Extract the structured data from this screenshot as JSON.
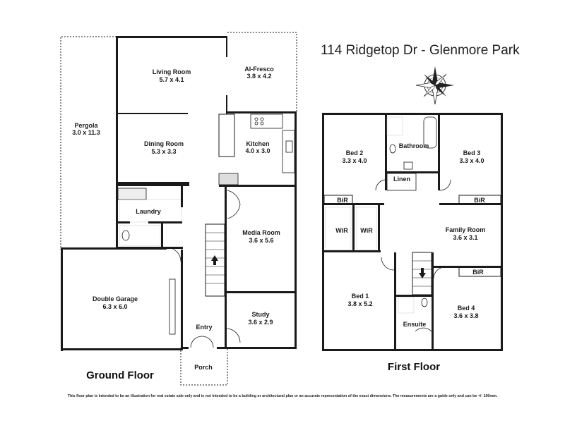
{
  "title": "114 Ridgetop Dr - Glenmore Park",
  "floors": {
    "ground": "Ground Floor",
    "first": "First Floor"
  },
  "rooms": {
    "living": {
      "name": "Living Room",
      "dims": "5.7 x 4.1"
    },
    "alfresco": {
      "name": "Al-Fresco",
      "dims": "3.8 x 4.2"
    },
    "pergola": {
      "name": "Pergola",
      "dims": "3.0 x 11.3"
    },
    "dining": {
      "name": "Dining Room",
      "dims": "5.3 x 3.3"
    },
    "kitchen": {
      "name": "Kitchen",
      "dims": "4.0 x 3.0"
    },
    "laundry": {
      "name": "Laundry"
    },
    "media": {
      "name": "Media Room",
      "dims": "3.6 x 5.6"
    },
    "garage": {
      "name": "Double Garage",
      "dims": "6.3 x 6.0"
    },
    "study": {
      "name": "Study",
      "dims": "3.6 x 2.9"
    },
    "entry": {
      "name": "Entry"
    },
    "porch": {
      "name": "Porch"
    },
    "bed2": {
      "name": "Bed 2",
      "dims": "3.3 x 4.0"
    },
    "bathroom": {
      "name": "Bathroom"
    },
    "bed3": {
      "name": "Bed 3",
      "dims": "3.3 x 4.0"
    },
    "linen": {
      "name": "Linen"
    },
    "bir2": {
      "name": "BiR"
    },
    "bir3": {
      "name": "BiR"
    },
    "family": {
      "name": "Family Room",
      "dims": "3.6 x 3.1"
    },
    "wir1": {
      "name": "WiR"
    },
    "wir2": {
      "name": "WiR"
    },
    "bir4": {
      "name": "BiR"
    },
    "bed1": {
      "name": "Bed 1",
      "dims": "3.8 x 5.2"
    },
    "bed4": {
      "name": "Bed 4",
      "dims": "3.6 x 3.8"
    },
    "ensuite": {
      "name": "Ensuite"
    }
  },
  "disclaimer": "This floor plan is intended to be an illustration for real estate sale only and is not intended to be a building or architectural plan or an accurate representation of the exact dimensions. The measurements are a guide only and can be +/- 100mm.",
  "icons": {
    "compass": "compass-rose-icon",
    "stair": "stair-arrow-icon",
    "door": "door-swing-icon"
  },
  "colors": {
    "wall": "#1a1a1a",
    "text": "#1a1a1a",
    "background": "#ffffff"
  }
}
